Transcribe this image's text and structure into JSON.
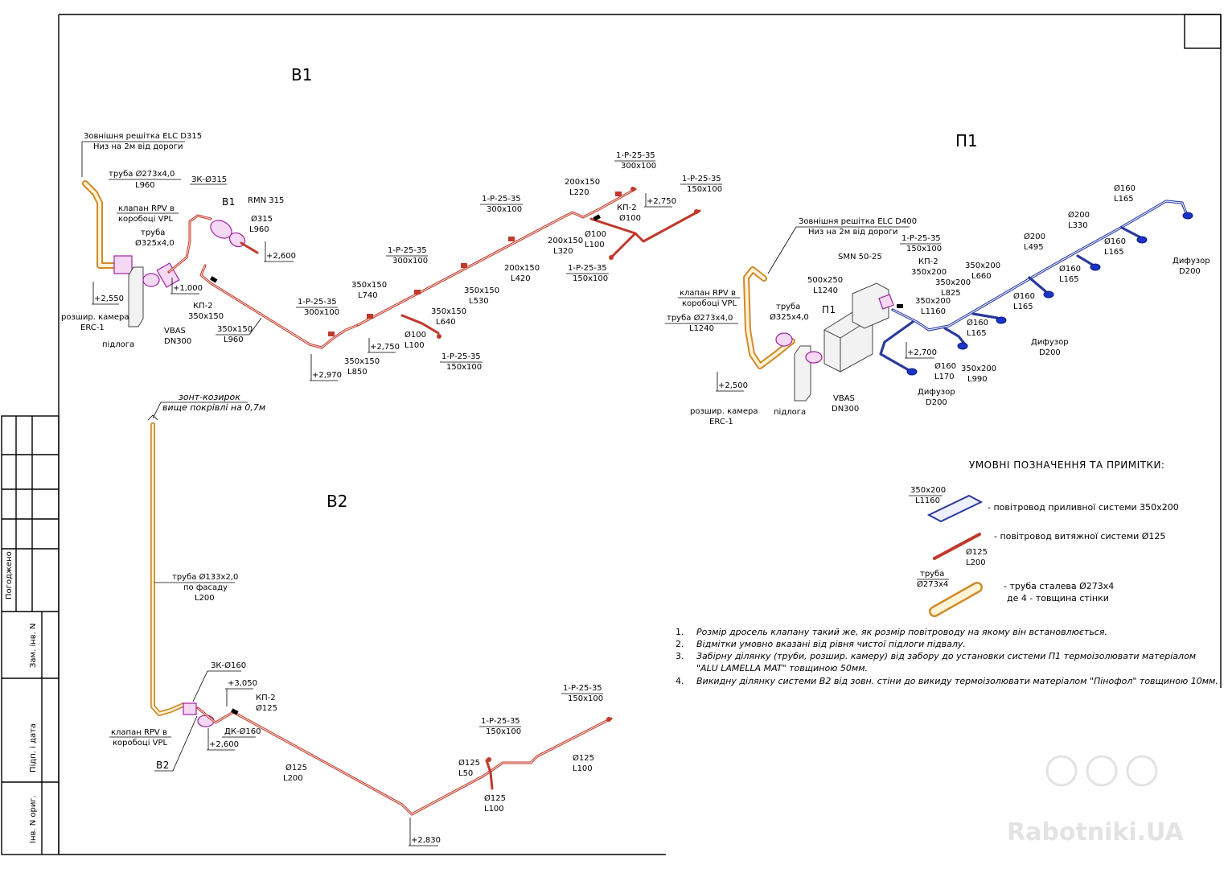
{
  "systems": {
    "b1": "B1",
    "p1": "П1",
    "b2": "B2"
  },
  "b1": {
    "grille": [
      "Зовнішня решітка ELC D315",
      "Низ на 2м від дороги"
    ],
    "pipe": [
      "труба Ø273х4,0",
      "L960"
    ],
    "valve": [
      "клапан RPV в",
      "коробоці VPL"
    ],
    "pipe2": [
      "труба",
      "Ø325х4,0"
    ],
    "chamber": [
      "розшир. камера",
      "ERC-1"
    ],
    "floor": "підлога",
    "vbas": [
      "VBAS",
      "DN300"
    ],
    "zk": "ЗК-Ø315",
    "tag": "B1",
    "rmn": "RMN 315",
    "d315": [
      "Ø315",
      "L960"
    ],
    "el2600": "+2,600",
    "el1000": "+1,000",
    "el2550": "+2,550",
    "kp2": [
      "КП-2",
      "350х150"
    ],
    "duct350_960": [
      "350х150",
      "L960"
    ],
    "el2970": "+2,970",
    "r1": [
      "1-Р-25-35",
      "300х100"
    ],
    "duct350_850": [
      "350х150",
      "L850"
    ],
    "el2750a": "+2,750",
    "duct350_740": [
      "350х150",
      "L740"
    ],
    "r2": [
      "1-Р-25-35",
      "300х100"
    ],
    "duct350_530": [
      "350х150",
      "L530"
    ],
    "duct350_640": [
      "350х150",
      "L640"
    ],
    "d100a": [
      "Ø100",
      "L100"
    ],
    "r3": [
      "1-Р-25-35",
      "150х100"
    ],
    "r4": [
      "1-Р-25-35",
      "300х100"
    ],
    "duct200_420": [
      "200х150",
      "L420"
    ],
    "duct200_320": [
      "200х150",
      "L320"
    ],
    "duct200_220": [
      "200х150",
      "L220"
    ],
    "r5": [
      "1-Р-25-35",
      "300х100"
    ],
    "kp2b": [
      "КП-2",
      "Ø100"
    ],
    "d100b": [
      "Ø100",
      "L100"
    ],
    "r6": [
      "1-Р-25-35",
      "150х100"
    ],
    "r7": [
      "1-Р-25-35",
      "150х100"
    ],
    "el2750b": "+2,750"
  },
  "p1": {
    "grille": [
      "Зовнішня решітка ELC D400",
      "Низ на 2м від дороги"
    ],
    "valve": [
      "клапан RPV в",
      "коробоці VPL"
    ],
    "pipe": [
      "труба Ø273х4,0",
      "L1240"
    ],
    "pipe2": [
      "труба",
      "Ø325х4,0"
    ],
    "el2500": "+2,500",
    "chamber": [
      "розшир. камера",
      "ERC-1"
    ],
    "floor": "підлога",
    "vbas": [
      "VBAS",
      "DN300"
    ],
    "unit": "П1",
    "smn": "SMN 50-25",
    "duct500": [
      "500х250",
      "L1240"
    ],
    "r1": [
      "1-Р-25-35",
      "150х100"
    ],
    "kp2": [
      "КП-2",
      "350х200"
    ],
    "duct350_1160": [
      "350х200",
      "L1160"
    ],
    "el2700": "+2,700",
    "d160_170": [
      "Ø160",
      "L170"
    ],
    "diff1": [
      "Дифузор",
      "D200"
    ],
    "duct350_990": [
      "350х200",
      "L990"
    ],
    "d160_165a": [
      "Ø160",
      "L165"
    ],
    "d160_165b": [
      "Ø160",
      "L165"
    ],
    "diff2": [
      "Дифузор",
      "D200"
    ],
    "duct350_825": [
      "350х200",
      "L825"
    ],
    "duct350_660": [
      "350х200",
      "L660"
    ],
    "d160_165c": [
      "Ø160",
      "L165"
    ],
    "d200_495": [
      "Ø200",
      "L495"
    ],
    "d200_330": [
      "Ø200",
      "L330"
    ],
    "d160_165d": [
      "Ø160",
      "L165"
    ],
    "d160_165e": [
      "Ø160",
      "L165"
    ],
    "diff3": [
      "Дифузор",
      "D200"
    ]
  },
  "b2": {
    "hood": [
      "зонт-козирок",
      "вище покрівлі на 0,7м"
    ],
    "pipe": [
      "труба Ø133х2,0",
      "по фасаду",
      "L200"
    ],
    "zk": "ЗК-Ø160",
    "el3050": "+3,050",
    "kp2": [
      "КП-2",
      "Ø125"
    ],
    "dk": "ДК-Ø160",
    "el2600": "+2,600",
    "valve": [
      "клапан RPV в",
      "коробоці VPL"
    ],
    "tag": "B2",
    "d125_200": [
      "Ø125",
      "L200"
    ],
    "el2830": "+2,830",
    "r1": [
      "1-Р-25-35",
      "150х100"
    ],
    "d125_50": [
      "Ø125",
      "L50"
    ],
    "d125_100a": [
      "Ø125",
      "L100"
    ],
    "d125_100b": [
      "Ø125",
      "L100"
    ],
    "r2": [
      "1-Р-25-35",
      "150х100"
    ]
  },
  "legend": {
    "title": "УМОВНІ ПОЗНАЧЕННЯ ТА ПРИМІТКИ:",
    "supply_size": [
      "350х200",
      "L1160"
    ],
    "supply_desc": "- повітровод приливної системи 350х200",
    "exhaust_desc": "- повітровод витяжної системи Ø125",
    "exhaust_size": [
      "Ø125",
      "L200"
    ],
    "steel_size": [
      "труба",
      "Ø273х4"
    ],
    "steel_desc": [
      "- труба сталева Ø273х4",
      "де 4 - товщина стінки"
    ]
  },
  "notes": [
    {
      "n": "1.",
      "lines": [
        "Розмір дросель клапану такий же, як розмір повітроводу на якому він встановлюється."
      ]
    },
    {
      "n": "2.",
      "lines": [
        "Відмітки умовно вказані від рівня чистої підлоги підвалу."
      ]
    },
    {
      "n": "3.",
      "lines": [
        "Забірну ділянку (труби, розшир. камеру) від забору до установки системи П1 термоізолювати матеріалом",
        "\"ALU LAMELLA MAT\" товщиною 50мм."
      ]
    },
    {
      "n": "4.",
      "lines": [
        "Викидну ділянку системи В2 від зовн. стіни до викиду термоізолювати матеріалом \"Пінофол\" товщиною 10мм."
      ]
    }
  ],
  "stamp": {
    "agreed": "Погоджено",
    "replace": "Зам. інв. N",
    "sign": "Підп. і дата",
    "orig": "Інв. N ориг."
  },
  "watermark": "Rabotniki.UA"
}
